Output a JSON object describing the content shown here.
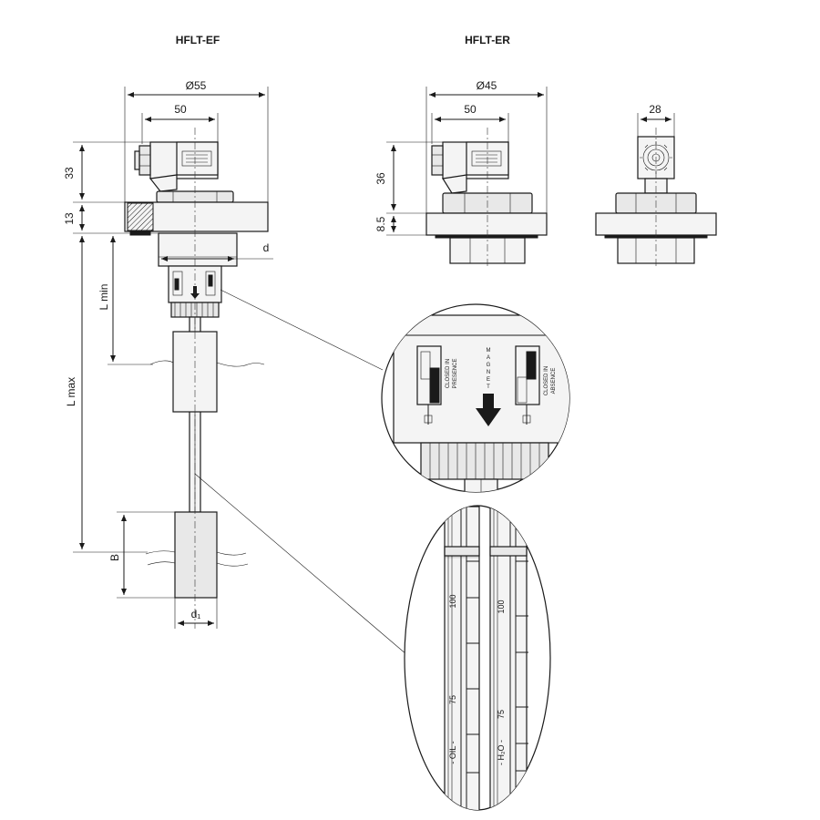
{
  "titles": {
    "ef": "HFLT-EF",
    "er": "HFLT-ER"
  },
  "dimensions": {
    "ef_diameter": "Ø55",
    "ef_width": "50",
    "ef_head_height": "33",
    "ef_flange_height": "13",
    "ef_d": "d",
    "er_diameter": "Ø45",
    "er_width": "50",
    "er_head_height": "36",
    "er_flange_height": "8.5",
    "side_width": "28",
    "l_min": "L min",
    "l_max": "L max",
    "b": "B",
    "d1": "d₁"
  },
  "detail_switch": {
    "left_label_1": "CLOSED IN",
    "left_label_2": "PRESENCE",
    "right_label_1": "CLOSED IN",
    "right_label_2": "ABSENCE",
    "magnet_letters": [
      "M",
      "A",
      "G",
      "N",
      "E",
      "T"
    ]
  },
  "detail_scale": {
    "left_marks": [
      "100",
      "75"
    ],
    "left_fluid": "- OIL -",
    "right_marks": [
      "100",
      "75"
    ],
    "right_fluid": "- H₂O -"
  }
}
